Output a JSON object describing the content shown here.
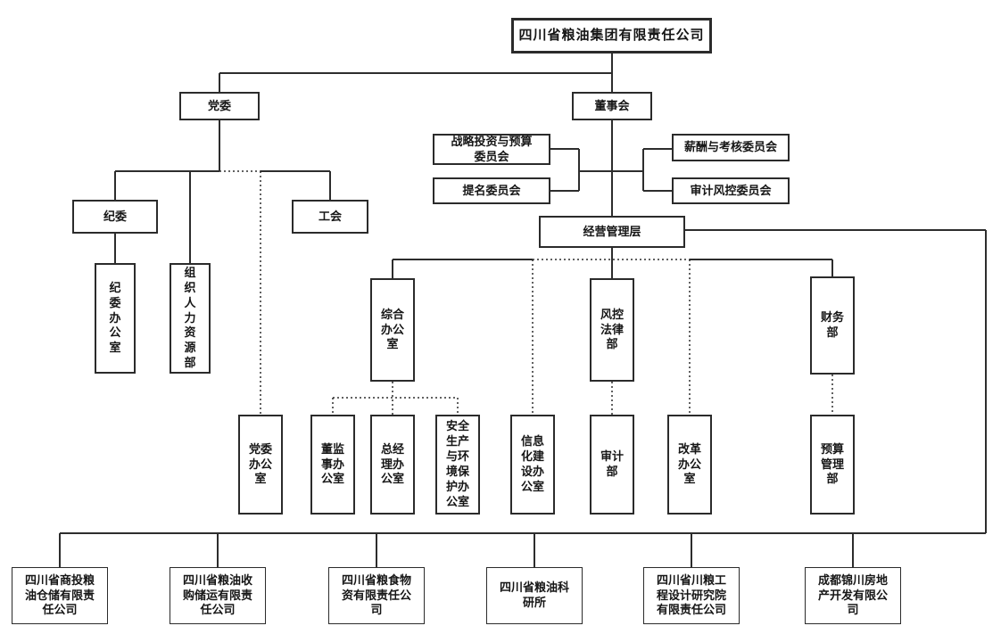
{
  "org": {
    "title": "四川省粮油集团有限责任公司",
    "party": {
      "dangwei": "党委",
      "jiwei": "纪委",
      "gonghui": "工会",
      "jiwei_office": "纪委办公室",
      "org_hr_dept": "组织人力资源部",
      "dangwei_office": "党委办公室"
    },
    "board": {
      "label": "董事会",
      "committees": [
        "战略投资与预算\n委员会",
        "提名委员会",
        "薪酬与考核委员会",
        "审计风控委员会"
      ]
    },
    "management": {
      "label": "经营管理层",
      "mid_departments": [
        "综合办公室",
        "风控法律部",
        "财务部"
      ],
      "offices": [
        "董监事办公室",
        "总经理办公室",
        "安全生产与环境保护办公室",
        "信息化建设办公室",
        "审计部",
        "改革办公室",
        "预算管理部"
      ]
    },
    "subsidiaries": [
      "四川省商投粮油仓储有限责任公司",
      "四川省粮油收购储运有限责任公司",
      "四川省粮食物资有限责任公司",
      "四川省粮油科研所",
      "四川省川粮工程设计研究院有限责任公司",
      "成都锦川房地产开发有限公司"
    ]
  },
  "colors": {
    "background": "#ffffff",
    "line": "#2d2d2d",
    "box_border": "#2b2b2b",
    "text": "#161616"
  }
}
